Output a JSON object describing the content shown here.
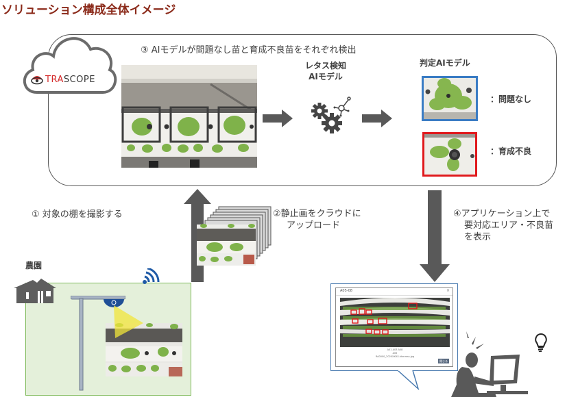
{
  "title": "ソリューション構成全体イメージ",
  "cloud": {
    "logo_text": "TRASCOPE",
    "logo_accent_letters": "TRA",
    "logo_rest_letters": "SCOPE",
    "logo_icon": "trascope-eye-icon"
  },
  "step3": {
    "label": "③ AIモデルが問題なし苗と育成不良苗をそれぞれ検出",
    "detection_model_line1": "レタス検知",
    "detection_model_line2": "AIモデル",
    "judge_model_title": "判定AIモデル",
    "result_ok": "：問題なし",
    "result_ng": "：育成不良"
  },
  "step1": {
    "label": "① 対象の棚を撮影する"
  },
  "step2": {
    "line1": "②静止画をクラウドに",
    "line2": "アップロード"
  },
  "step4": {
    "line1": "④アプリケーション上で",
    "line2": "要対応エリア・不良苗",
    "line3": "を表示"
  },
  "farm": {
    "label": "農園"
  },
  "app_window": {
    "title": "A05-08",
    "caption_line1": "A01 A03 A08",
    "caption_line2": "A05",
    "caption_line3": "RA0000_2020XXXX-hhmmss.jpg",
    "button_label": "閉じる",
    "close_glyph": "×"
  },
  "colors": {
    "title": "#8b2a1a",
    "ok_border": "#3a7cc4",
    "ng_border": "#e0191c",
    "arrow": "#595959",
    "farm_fill": "#e4f0da",
    "farm_border": "#7cb857",
    "wifi": "#1f5aa6",
    "bubble_border": "#4a7bb0"
  }
}
